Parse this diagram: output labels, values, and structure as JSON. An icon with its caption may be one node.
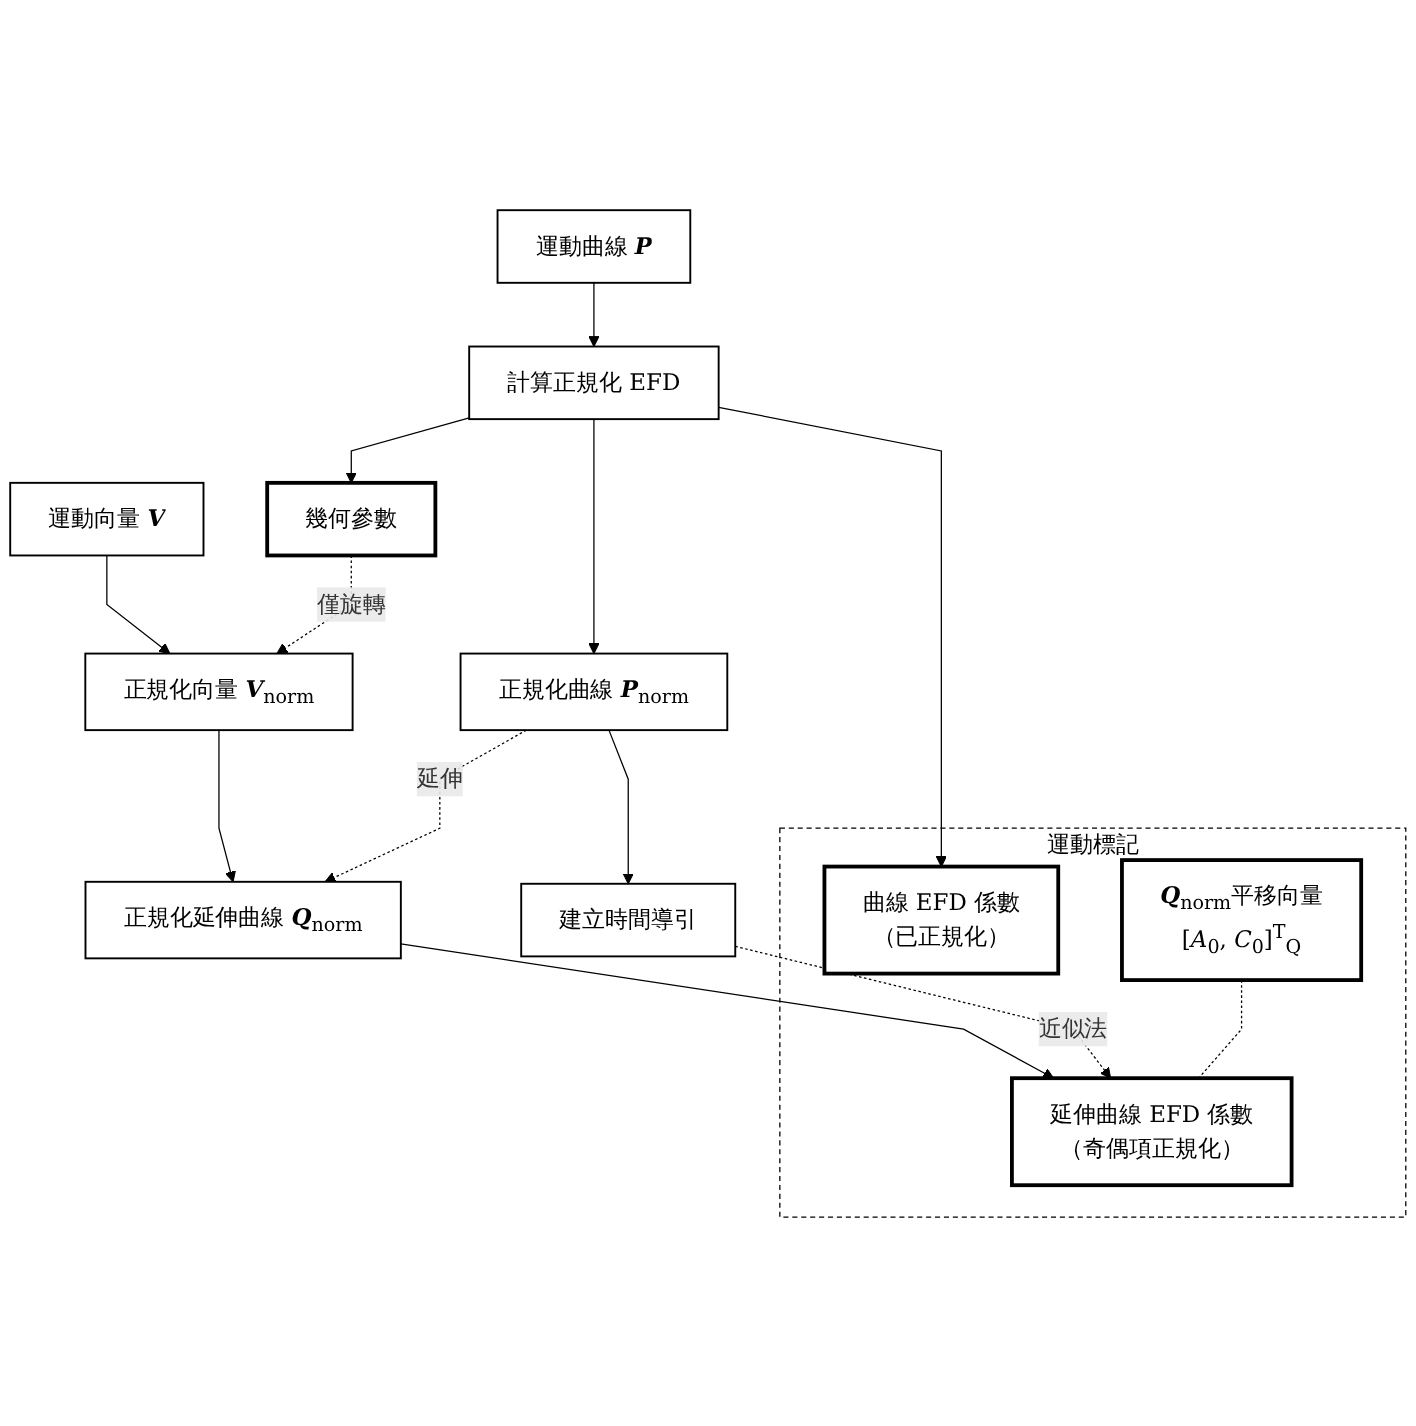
{
  "diagram": {
    "nodes": [
      {
        "text": [
          "運動曲線 **P**"
        ]
      },
      {
        "text": [
          "運動向量 **V**"
        ]
      },
      {
        "text": [
          "計算正規化 EFD"
        ]
      },
      {
        "text": [
          "正規化向量 **V**$_{norm}$"
        ]
      },
      {
        "text": [
          "幾何參數"
        ]
      },
      {
        "text": [
          "正規化曲線 **P**$_{norm}$"
        ]
      },
      {
        "text": [
          "正規化延伸曲線 **Q**$_{norm}$"
        ]
      },
      {
        "text": [
          "建立時間導引"
        ]
      },
      {
        "text": [
          "運動標記"
        ]
      },
      {
        "text": [
          "曲線 EFD 係數",
          "（已正規化）"
        ],
        "in": 8
      },
      {
        "text": [
          "**Q**$_{norm}$平移向量",
          "[*A*$_{0}$, *C*$_{0}$]$^{T}$$_{Q}$"
        ],
        "in": 8
      },
      {
        "text": [
          "延伸曲線 EFD 係數",
          "（奇偶項正規化）"
        ],
        "in": 8
      }
    ],
    "edges": [
      {
        "from": 0,
        "to": 2,
        "arrow": "to"
      },
      {
        "from": 1,
        "to": 3,
        "arrow": "to"
      },
      {
        "from": 2,
        "to": 4,
        "arrow": "to"
      },
      {
        "from": 2,
        "to": 5,
        "arrow": "to"
      },
      {
        "from": 2,
        "to": 9,
        "arrow": "to"
      },
      {
        "from": 4,
        "to": 3,
        "arrow": "to",
        "label": "僅旋轉",
        "style": "dashed"
      },
      {
        "from": 3,
        "to": 6,
        "arrow": "to"
      },
      {
        "from": 5,
        "to": 6,
        "arrow": "to",
        "label": "延伸",
        "style": "dashed"
      },
      {
        "from": 5,
        "to": 7,
        "arrow": "to"
      },
      {
        "from": 7,
        "to": 11,
        "arrow": "to",
        "label": "近似法",
        "style": "dashed"
      },
      {
        "from": 6,
        "to": 11,
        "arrow": "to"
      },
      {
        "from": 10,
        "to": 11,
        "arrow": "none",
        "style": "dashed"
      }
    ]
  }
}
